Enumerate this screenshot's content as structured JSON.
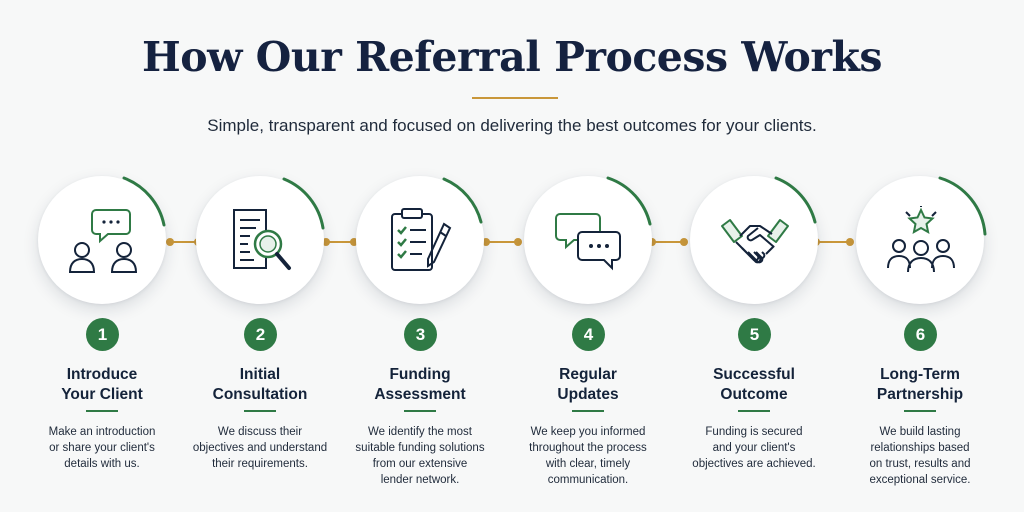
{
  "title": "How Our Referral Process Works",
  "subtitle": "Simple, transparent and focused on delivering the best outcomes for your clients.",
  "colors": {
    "navy": "#152240",
    "green": "#2f7a45",
    "gold": "#c9973a"
  },
  "steps": [
    {
      "number": "1",
      "title_line1": "Introduce",
      "title_line2": "Your Client",
      "desc": [
        "Make an introduction",
        "or share your client's",
        "details with us."
      ],
      "icon": "chat-people-icon"
    },
    {
      "number": "2",
      "title_line1": "Initial",
      "title_line2": "Consultation",
      "desc": [
        "We discuss their",
        "objectives and understand",
        "their requirements."
      ],
      "icon": "document-magnifier-icon"
    },
    {
      "number": "3",
      "title_line1": "Funding",
      "title_line2": "Assessment",
      "desc": [
        "We identify the most",
        "suitable funding solutions",
        "from our extensive",
        "lender network."
      ],
      "icon": "clipboard-checklist-icon"
    },
    {
      "number": "4",
      "title_line1": "Regular",
      "title_line2": "Updates",
      "desc": [
        "We keep you informed",
        "throughout the process",
        "with clear, timely",
        "communication."
      ],
      "icon": "speech-bubbles-icon"
    },
    {
      "number": "5",
      "title_line1": "Successful",
      "title_line2": "Outcome",
      "desc": [
        "Funding is secured",
        "and your client's",
        "objectives are achieved."
      ],
      "icon": "handshake-icon"
    },
    {
      "number": "6",
      "title_line1": "Long-Term",
      "title_line2": "Partnership",
      "desc": [
        "We build lasting",
        "relationships based",
        "on trust, results and",
        "exceptional service."
      ],
      "icon": "team-star-icon"
    }
  ]
}
